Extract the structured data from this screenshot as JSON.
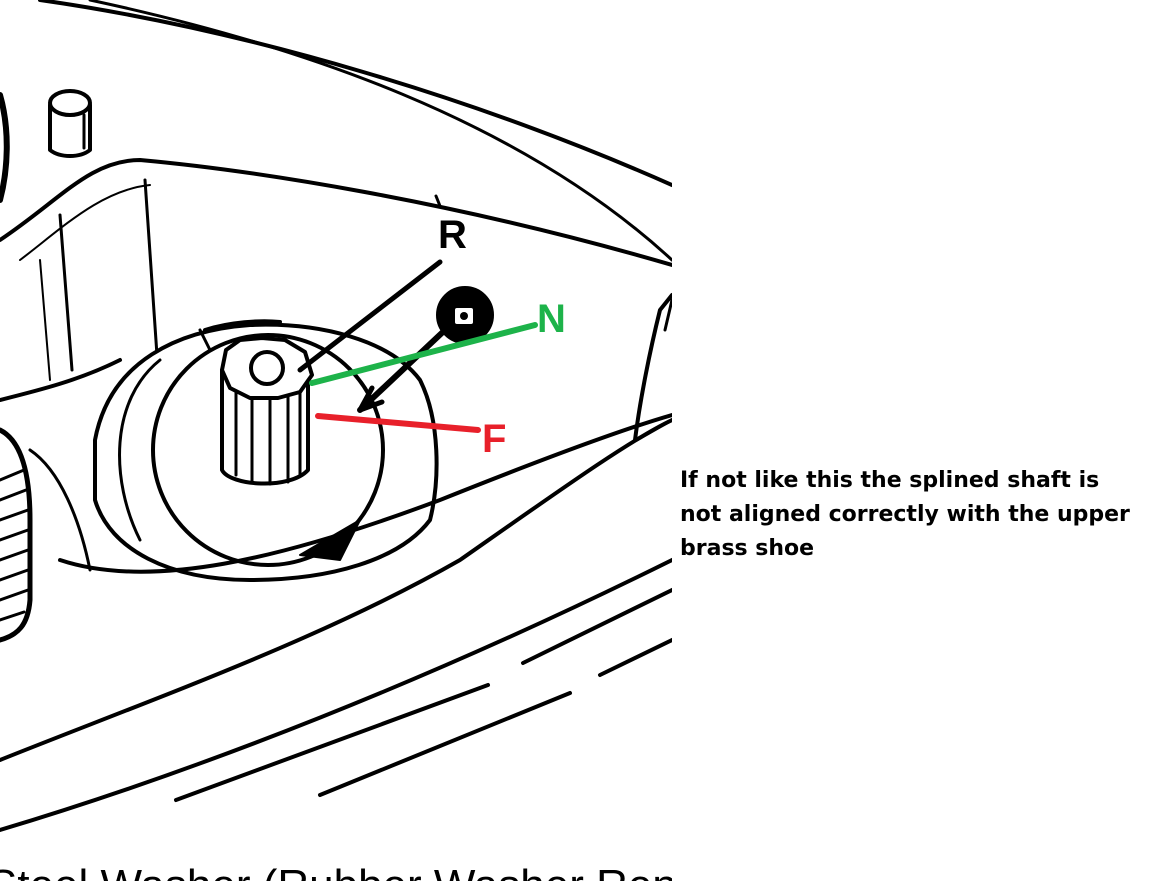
{
  "labels": {
    "reverse": "R",
    "neutral": "N",
    "forward": "F"
  },
  "note": "If not like this the splined shaft is not aligned correctly with the upper brass shoe",
  "caption": "Steel Washer (Rubber Washer Repeat",
  "colors": {
    "reverse": "#000000",
    "neutral": "#1db34a",
    "forward": "#e8202a"
  }
}
